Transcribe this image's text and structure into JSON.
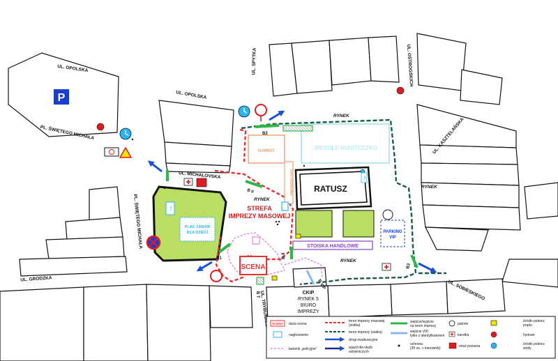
{
  "streets": {
    "opolska_1": "UL. OPOLSKA",
    "opolska_2": "UL. OPOLSKA",
    "spytka": "UL. SPYTKA",
    "ostrogskich": "UL. OSTROGSKICH",
    "plac_michala_1": "PL. ŚWIĘTEGO MICHAŁA",
    "plac_michala_2": "PL. ŚWIĘTEGO MICHAŁA",
    "michalovska": "UL. MICHALOVSKA",
    "grodzka": "UL. GRODZKA",
    "trybunalska": "UL. TRYBUNALSKA",
    "kasztelanska": "UL. KASZTELAŃSKA",
    "sobieskiego": "UL. SOBIESKIEGO"
  },
  "places": {
    "rynek_1": "RYNEK",
    "rynek_2": "RYNEK",
    "rynek_3": "RYNEK",
    "rynek_4": "RYNEK",
    "ratusz": "RATUSZ",
    "namioty": "NAMIOT",
    "miasteczko": "WESOŁE MIASTECZKO",
    "gastronomia": "GASTRONOMIA",
    "plac_zabaw_1": "PLAC ZABAW",
    "plac_zabaw_2": "DLA DZIECI",
    "strefa_1": "STREFA",
    "strefa_2": "IMPREZY MASOWEJ",
    "stoiska": "STOISKA HANDLOWE",
    "parking_1": "PARKING",
    "parking_2": "VIP",
    "scena": "SCENA",
    "ckip_1": "CKIP",
    "ckip_2": "RYNEK 5",
    "ckip_3": "BIURO",
    "ckip_4": "IMPREZY",
    "parking_p": "P",
    "wc": "WC",
    "wc_small": "WC"
  },
  "gates": {
    "b1": "B1",
    "b2": "B2",
    "b3": "B3",
    "b_rynek": "B II",
    "b_scena": "B II",
    "b_vip": "B VIP",
    "b_t": "B T"
  },
  "legend": {
    "scena_box": "SCENA",
    "scena": "duża scena",
    "naglosnienie": "nagłośnienie",
    "bariery": "barierki „policyjne”",
    "teren_masowej_1": "teren imprezy masowej",
    "teren_masowej_2": "(siatka)",
    "teren_imprezy": "teren imprezy (siatka)",
    "drogi": "drogi ewakuacyjne",
    "wjazd_1": "wjazd dla służb",
    "wjazd_2": "ratowniczych",
    "wejscia_1": "wejście/wyjście",
    "wejscia_2": "na teren imprezy",
    "vip_1": "wejście VIP,",
    "vip_2": "tylko z identyfikatorem",
    "ochrona_1": "ochrona",
    "ochrona_2": "(35 os. + kierownik)",
    "patrole": "patrole",
    "karetka": "karetka",
    "straz": "straż pożarna",
    "pradu_1": "źródło poboru",
    "pradu_2": "prądu",
    "hydrant": "hydrant",
    "wody_1": "źródło poboru",
    "wody_2": "wody"
  },
  "colors": {
    "mass_zone": "#e83030",
    "event_fence": "#1a5a46",
    "evac": "#1a4fd8",
    "green_area": "#b9de62",
    "gate": "#2fb84a",
    "hydrant": "#e31c23",
    "scene_pink": "#e06fd7",
    "vip_purple": "#8b3fc9",
    "power": "#f5e400",
    "water": "#29b6f6",
    "gastro": "#e8a070"
  }
}
